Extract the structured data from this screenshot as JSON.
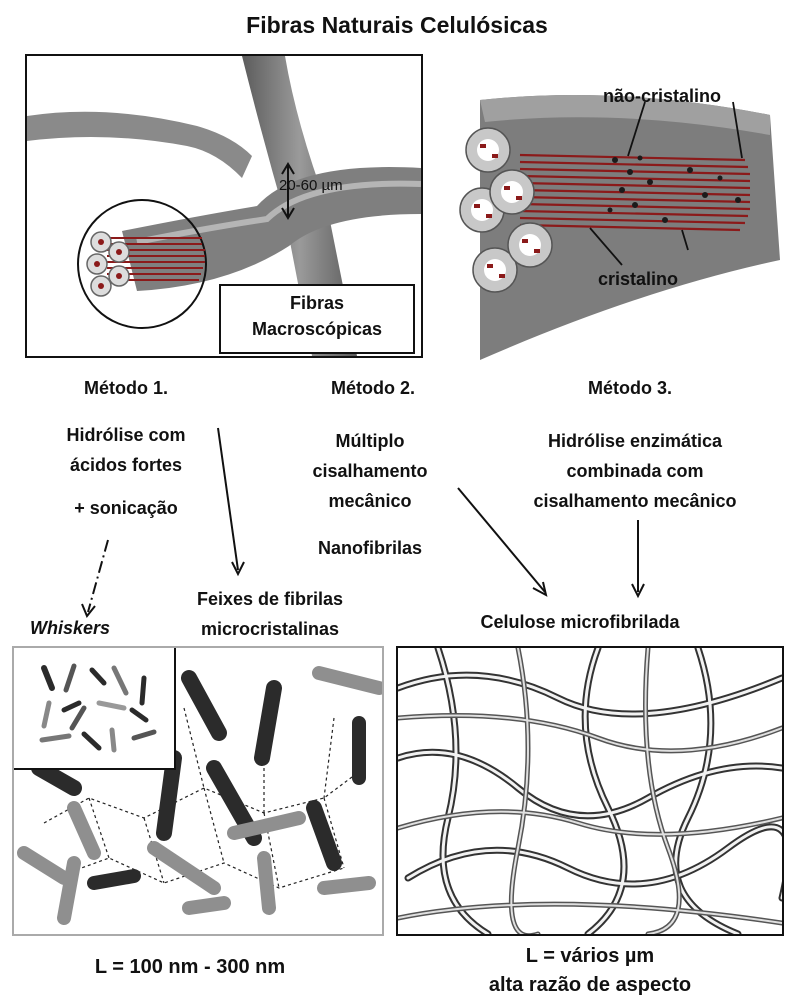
{
  "title": "Fibras Naturais Celulósicas",
  "panel_top_left": {
    "dimension_label": "20-60 µm",
    "caption_line1": "Fibras",
    "caption_line2": "Macroscópicas"
  },
  "panel_top_right": {
    "label_non_crystalline": "não-cristalino",
    "label_crystalline": "cristalino"
  },
  "methods": {
    "m1": {
      "title": "Método 1.",
      "line1": "Hidrólise com",
      "line2": "ácidos fortes",
      "line3": "+ sonicação"
    },
    "m2": {
      "title": "Método 2.",
      "line1": "Múltiplo",
      "line2": "cisalhamento",
      "line3": "mecânico",
      "line4": "Nanofibrilas"
    },
    "m3": {
      "title": "Método 3.",
      "line1": "Hidrólise enzimática",
      "line2": "combinada com",
      "line3": "cisalhamento mecânico"
    }
  },
  "products": {
    "whiskers": "Whiskers",
    "bundles_line1": "Feixes de fibrilas",
    "bundles_line2": "microcristalinas",
    "mfc": "Celulose microfibrilada"
  },
  "bottom": {
    "left_length": "L = 100 nm - 300 nm",
    "right_length": "L = vários µm",
    "right_aspect": "alta razão de aspecto"
  },
  "colors": {
    "fibril_red": "#8b1a1a",
    "fiber_gray": "#7d7d7d",
    "dark_rod": "#2a2a2a"
  }
}
